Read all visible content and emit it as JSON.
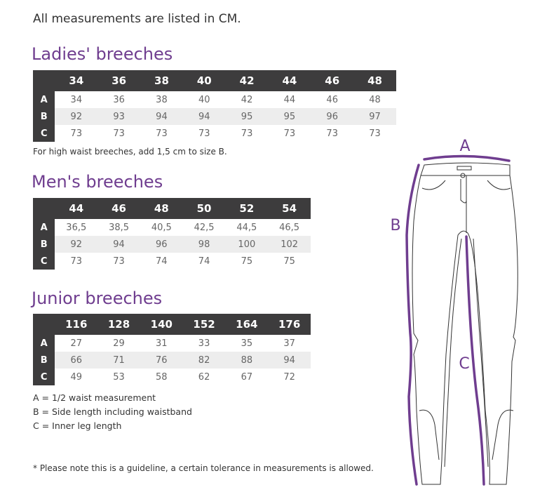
{
  "intro": "All measurements are listed in CM.",
  "ladies": {
    "title": "Ladies' breeches",
    "sizes": [
      "34",
      "36",
      "38",
      "40",
      "42",
      "44",
      "46",
      "48"
    ],
    "rows": [
      {
        "label": "A",
        "values": [
          "34",
          "36",
          "38",
          "40",
          "42",
          "44",
          "46",
          "48"
        ]
      },
      {
        "label": "B",
        "values": [
          "92",
          "93",
          "94",
          "94",
          "95",
          "95",
          "96",
          "97"
        ]
      },
      {
        "label": "C",
        "values": [
          "73",
          "73",
          "73",
          "73",
          "73",
          "73",
          "73",
          "73"
        ]
      }
    ],
    "note": "For high waist breeches, add 1,5 cm to size B."
  },
  "men": {
    "title": "Men's breeches",
    "sizes": [
      "44",
      "46",
      "48",
      "50",
      "52",
      "54"
    ],
    "rows": [
      {
        "label": "A",
        "values": [
          "36,5",
          "38,5",
          "40,5",
          "42,5",
          "44,5",
          "46,5"
        ]
      },
      {
        "label": "B",
        "values": [
          "92",
          "94",
          "96",
          "98",
          "100",
          "102"
        ]
      },
      {
        "label": "C",
        "values": [
          "73",
          "73",
          "74",
          "74",
          "75",
          "75"
        ]
      }
    ]
  },
  "junior": {
    "title": "Junior breeches",
    "sizes": [
      "116",
      "128",
      "140",
      "152",
      "164",
      "176"
    ],
    "rows": [
      {
        "label": "A",
        "values": [
          "27",
          "29",
          "31",
          "33",
          "35",
          "37"
        ]
      },
      {
        "label": "B",
        "values": [
          "66",
          "71",
          "76",
          "82",
          "88",
          "94"
        ]
      },
      {
        "label": "C",
        "values": [
          "49",
          "53",
          "58",
          "62",
          "67",
          "72"
        ]
      }
    ]
  },
  "legend": [
    "A = 1/2 waist measurement",
    "B = Side length including waistband",
    "C = Inner leg length"
  ],
  "footnote": "* Please note this is a guideline, a certain tolerance in measurements is allowed.",
  "diagram": {
    "label_a": "A",
    "label_b": "B",
    "label_c": "C",
    "accent": "#6f3d8f"
  }
}
